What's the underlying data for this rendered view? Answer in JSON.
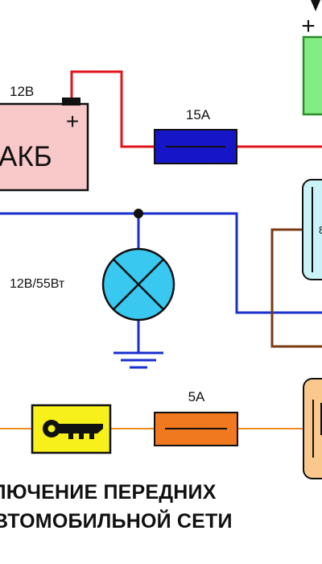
{
  "labels": {
    "battery_voltage": "12В",
    "battery_name": "АКБ",
    "plus": "+",
    "fuse_main": "15А",
    "lamp_rating": "12В/55Вт",
    "fuse_key": "5А",
    "relay_partial": "8"
  },
  "caption": {
    "line1": "ЛЮЧЕНИЕ ПЕРЕДНИХ",
    "line2": "ВТОМОБИЛЬНОЙ СЕТИ"
  },
  "colors": {
    "wire_red": "#e0141e",
    "wire_blue": "#1a2fd0",
    "wire_brown": "#7a3c12",
    "wire_orange": "#f08c1e",
    "battery_fill": "#f9c9c9",
    "fuse_blue": "#1616c8",
    "fuse_orange": "#f0781e",
    "lamp_fill": "#38c8f0",
    "relay_fill": "#c9f3f9",
    "key_fill": "#f7f01a",
    "right_box_green": "#84ec84",
    "right_box_orange": "#fac88c"
  },
  "icons": {
    "key": "key-icon",
    "ground": "ground-icon",
    "lamp": "lamp-icon"
  }
}
